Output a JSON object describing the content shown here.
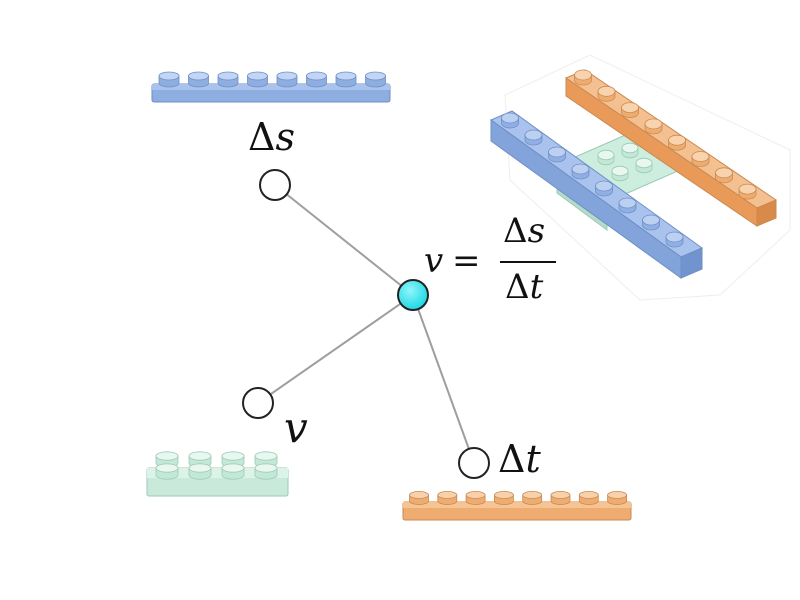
{
  "labels": {
    "delta_s": {
      "delta": "Δ",
      "var": "s"
    },
    "delta_t": {
      "delta": "Δ",
      "var": "t"
    },
    "v": "v"
  },
  "formula": {
    "lhs": "v",
    "equals": "=",
    "numerator": {
      "delta": "Δ",
      "var": "s"
    },
    "denominator": {
      "delta": "Δ",
      "var": "t"
    }
  },
  "colors": {
    "center_node": "#2ee6ee",
    "blue_brick": "#8fb3e6",
    "orange_brick": "#f2b27a",
    "mint_brick": "#cfeee0",
    "edge": "#9e9e9e"
  },
  "graph": {
    "center": "v-formula-node",
    "leaves": [
      "delta-s",
      "v",
      "delta-t"
    ]
  }
}
